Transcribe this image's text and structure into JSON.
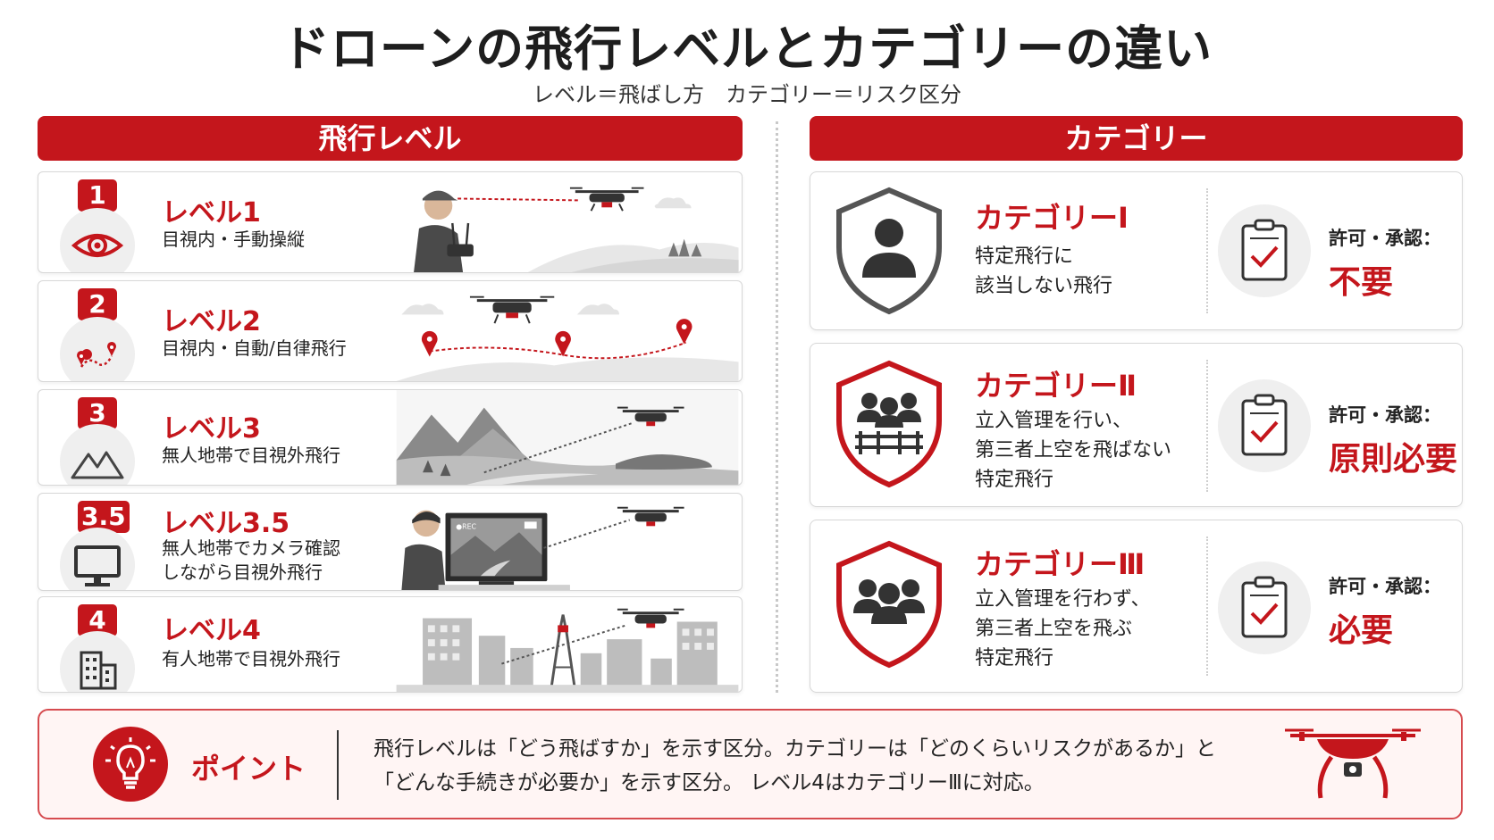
{
  "title": "ドローンの飛行レベルとカテゴリーの違い",
  "subtitle": "レベル＝飛ばし方　カテゴリー＝リスク区分",
  "left_panel": {
    "header": "飛行レベル",
    "levels": [
      {
        "badge": "1",
        "name": "レベル1",
        "desc": [
          "目視内・手動操縦"
        ],
        "icon": "eye-icon"
      },
      {
        "badge": "2",
        "name": "レベル2",
        "desc": [
          "目視内・自動/自律飛行"
        ],
        "icon": "route-pin-icon"
      },
      {
        "badge": "3",
        "name": "レベル3",
        "desc": [
          "無人地帯で目視外飛行"
        ],
        "icon": "mountain-icon"
      },
      {
        "badge": "3.5",
        "name": "レベル3.5",
        "desc": [
          "無人地帯でカメラ確認",
          "しながら目視外飛行"
        ],
        "icon": "monitor-icon",
        "rec_label": "●REC"
      },
      {
        "badge": "4",
        "name": "レベル4",
        "desc": [
          "有人地帯で目視外飛行"
        ],
        "icon": "building-icon"
      }
    ]
  },
  "right_panel": {
    "header": "カテゴリー",
    "categories": [
      {
        "name": "カテゴリーⅠ",
        "desc": [
          "特定飛行に",
          "該当しない飛行"
        ],
        "permit_label": "許可・承認：",
        "permit_value": "不要",
        "shield_color": "#555555"
      },
      {
        "name": "カテゴリーⅡ",
        "desc": [
          "立入管理を行い、",
          "第三者上空を飛ばない",
          "特定飛行"
        ],
        "permit_label": "許可・承認：",
        "permit_value": "原則必要",
        "shield_color": "#c4161c"
      },
      {
        "name": "カテゴリーⅢ",
        "desc": [
          "立入管理を行わず、",
          "第三者上空を飛ぶ",
          "特定飛行"
        ],
        "permit_label": "許可・承認：",
        "permit_value": "必要",
        "shield_color": "#c4161c"
      }
    ]
  },
  "point": {
    "label": "ポイント",
    "lines": [
      "飛行レベルは「どう飛ばすか」を示す区分。カテゴリーは「どのくらいリスクがあるか」と",
      "「どんな手続きが必要か」を示す区分。 レベル4はカテゴリーⅢに対応。"
    ]
  },
  "colors": {
    "accent": "#c4161c",
    "border": "#d7d7d7",
    "point_bg": "#fff5f4"
  }
}
